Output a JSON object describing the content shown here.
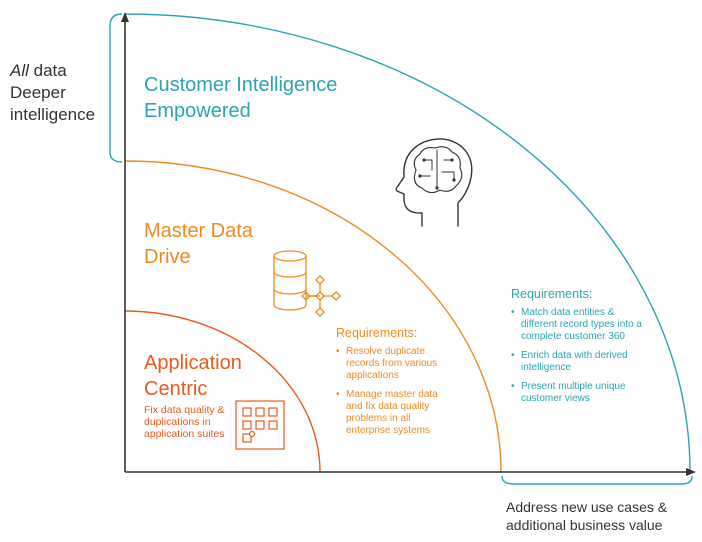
{
  "left_label": {
    "line1_em": "All",
    "line1_rest": " data",
    "line2": "Deeper",
    "line3": "intelligence"
  },
  "tiers": {
    "customer": {
      "title_line1": "Customer Intelligence",
      "title_line2": "Empowered",
      "color": "#2aa5b3",
      "icon": "brain-head-icon"
    },
    "master": {
      "title_line1": "Master Data",
      "title_line2": "Drive",
      "color": "#f08a24",
      "icon": "database-network-icon"
    },
    "application": {
      "title_line1": "Application",
      "title_line2": "Centric",
      "color": "#ea5a1e",
      "icon": "app-grid-icon",
      "desc": [
        "Fix data quality &",
        "duplications in",
        "application suites"
      ]
    }
  },
  "requirements_master": {
    "heading": "Requirements:",
    "items": [
      "Resolve duplicate records from various applications",
      "Manage master data and fix data quality problems in all enterprise systems"
    ]
  },
  "requirements_customer": {
    "heading": "Requirements:",
    "items": [
      "Match data entities & different record types into a complete customer 360",
      "Enrich data with derived intelligence",
      "Present multiple unique customer views"
    ]
  },
  "bottom_label": "Address new use cases & additional business value"
}
